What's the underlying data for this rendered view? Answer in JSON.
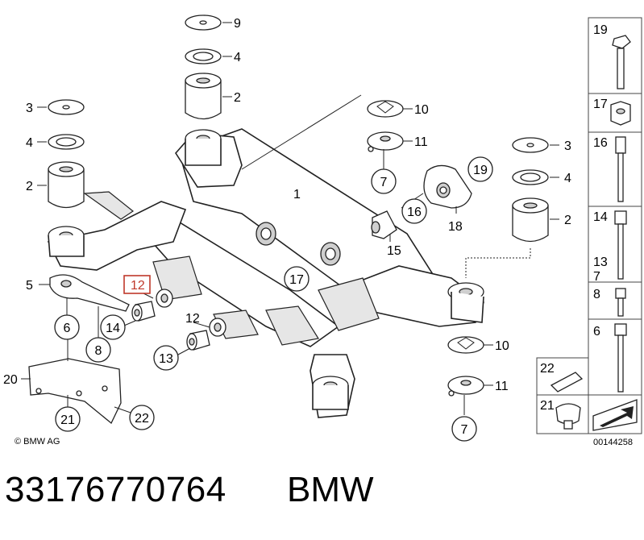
{
  "diagram": {
    "labels": {
      "l9": "9",
      "l4a": "4",
      "l2a": "2",
      "l3a": "3",
      "l4b": "4",
      "l2b": "2",
      "l10a": "10",
      "l11a": "11",
      "l7a": "7",
      "l1": "1",
      "l19": "19",
      "l16": "16",
      "l18": "18",
      "l3b": "3",
      "l4c": "4",
      "l2c": "2",
      "l15": "15",
      "l17": "17",
      "l5": "5",
      "l6": "6",
      "l8": "8",
      "l12a": "12",
      "l14": "14",
      "l12b": "12",
      "l13": "13",
      "l10b": "10",
      "l11b": "11",
      "l7b": "7",
      "l20": "20",
      "l21": "21",
      "l22": "22"
    },
    "copyright": "© BMW AG",
    "image_code": "00144258",
    "side_panel": {
      "items": [
        "19",
        "17",
        "16",
        "14",
        "13",
        "7",
        "8",
        "6",
        "22",
        "21"
      ]
    }
  },
  "footer": {
    "part_number": "33176770764",
    "brand": "BMW"
  },
  "colors": {
    "highlight": "#c0392b",
    "line": "#222222",
    "background": "#ffffff"
  }
}
